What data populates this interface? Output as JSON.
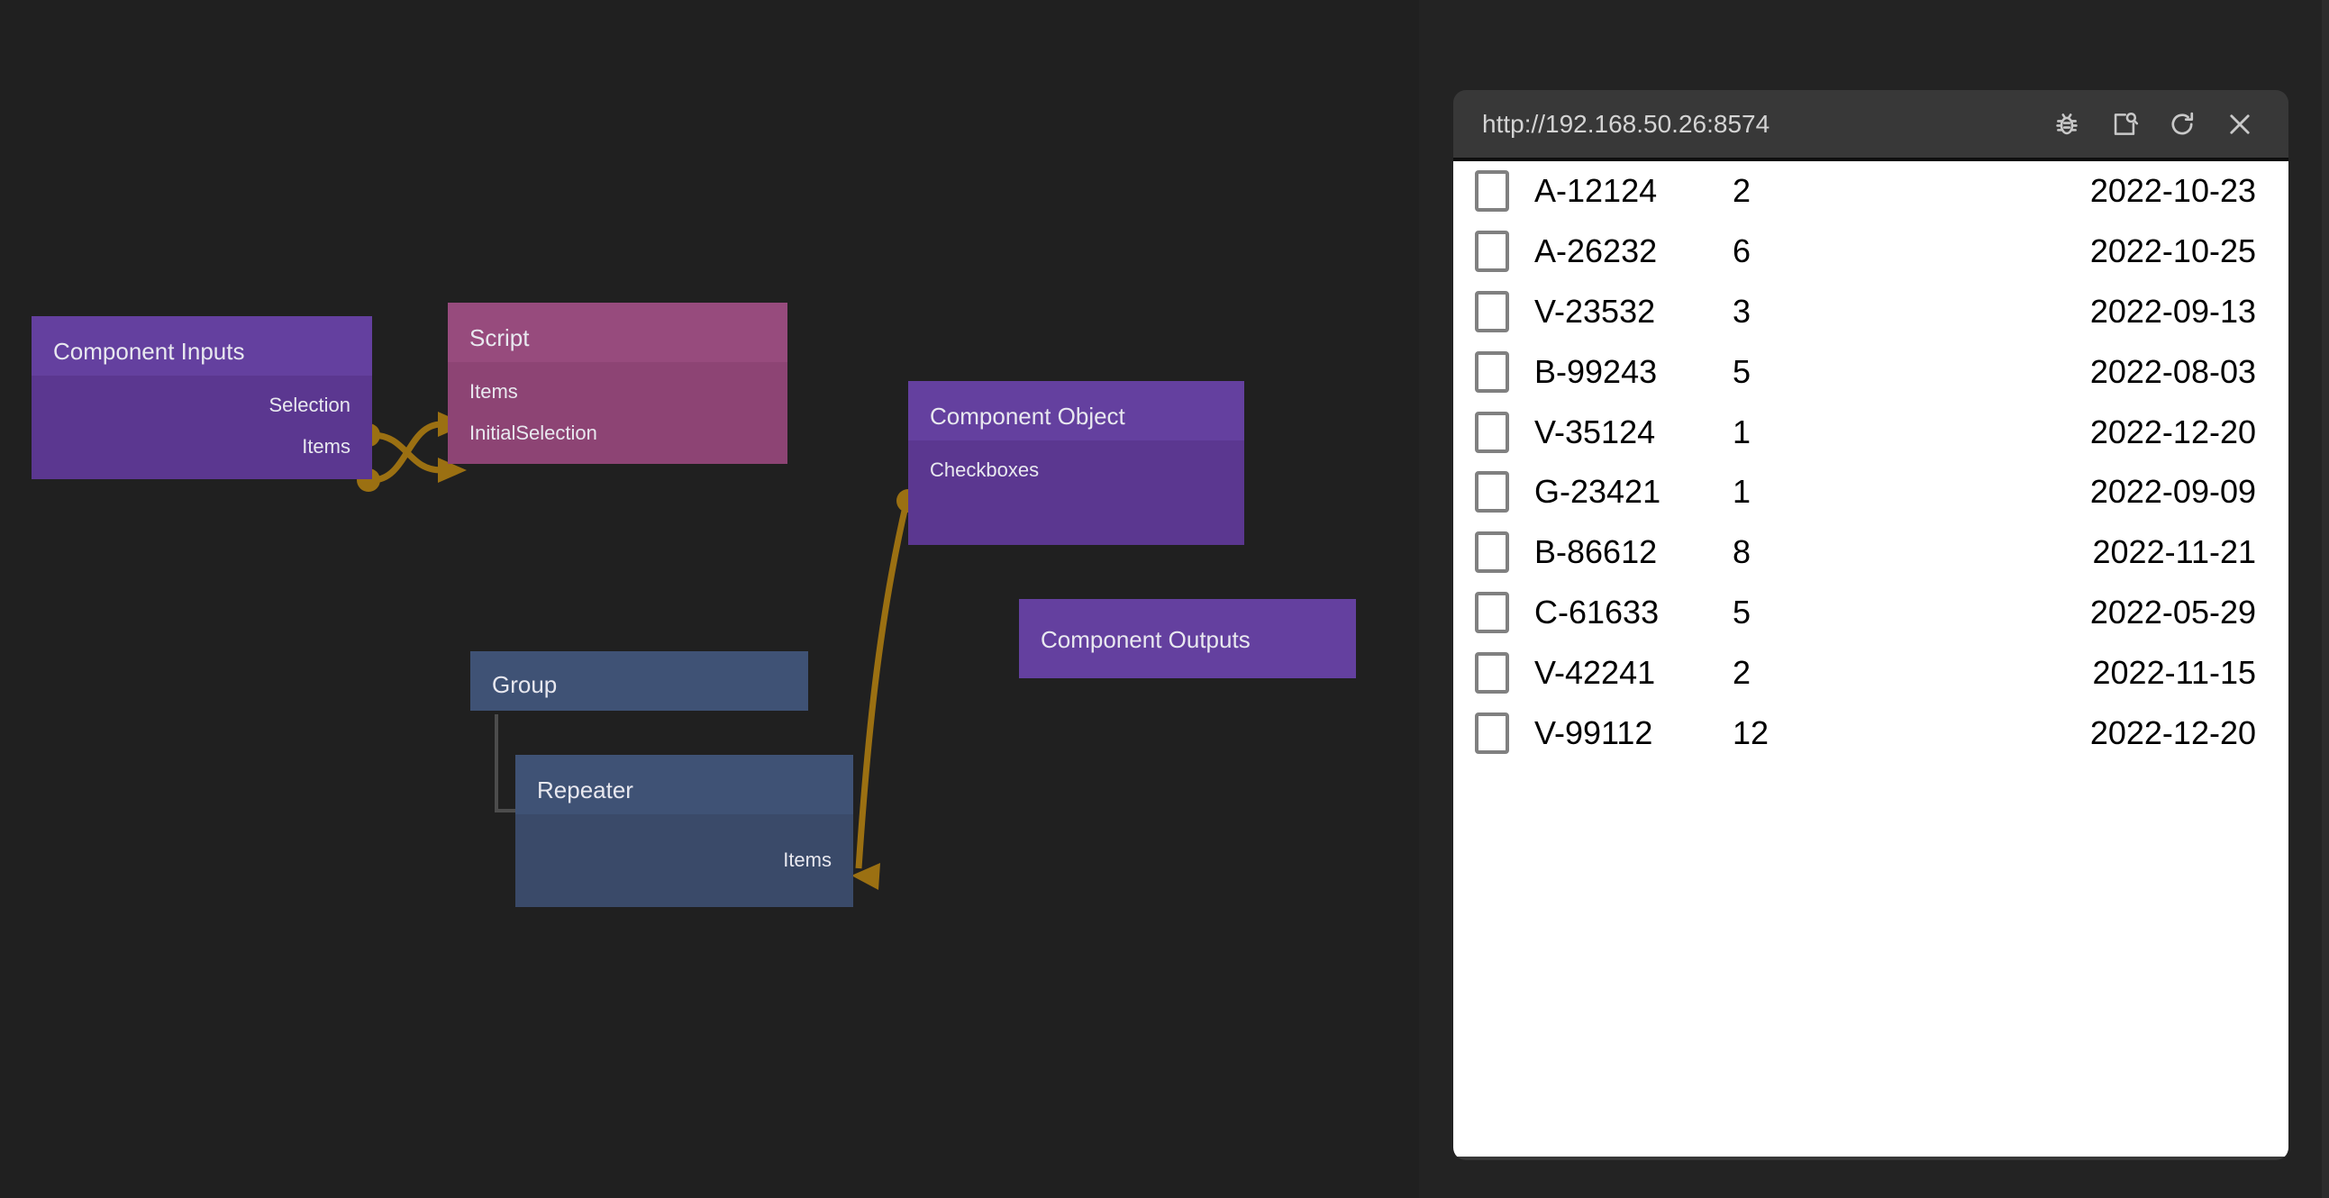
{
  "canvas": {
    "nodes": [
      {
        "id": "component-inputs",
        "title": "Component Inputs",
        "ports": [
          "Selection",
          "Items"
        ]
      },
      {
        "id": "script",
        "title": "Script",
        "ports": [
          "Items",
          "InitialSelection"
        ]
      },
      {
        "id": "component-object",
        "title": "Component Object",
        "ports": [
          "Checkboxes"
        ]
      },
      {
        "id": "component-outputs",
        "title": "Component Outputs",
        "ports": []
      },
      {
        "id": "group",
        "title": "Group",
        "ports": []
      },
      {
        "id": "repeater",
        "title": "Repeater",
        "ports": [
          "Items"
        ]
      }
    ],
    "colors": {
      "background": "#202020",
      "purple_header": "#64409f",
      "purple_body": "#5b3790",
      "magenta_header": "#974b7d",
      "magenta_body": "#8d4474",
      "blue_header": "#3f5275",
      "blue_body": "#3a4a69",
      "connector": "#9b7012"
    }
  },
  "browser": {
    "url": "http://192.168.50.26:8574",
    "icons": {
      "debug": "bug-icon",
      "inspect": "page-inspect-icon",
      "reload": "reload-icon",
      "close": "close-icon"
    },
    "table": {
      "rows": [
        {
          "checked": false,
          "code": "A-12124",
          "qty": "2",
          "date": "2022-10-23"
        },
        {
          "checked": false,
          "code": "A-26232",
          "qty": "6",
          "date": "2022-10-25"
        },
        {
          "checked": false,
          "code": "V-23532",
          "qty": "3",
          "date": "2022-09-13"
        },
        {
          "checked": false,
          "code": "B-99243",
          "qty": "5",
          "date": "2022-08-03"
        },
        {
          "checked": false,
          "code": "V-35124",
          "qty": "1",
          "date": "2022-12-20"
        },
        {
          "checked": false,
          "code": "G-23421",
          "qty": "1",
          "date": "2022-09-09"
        },
        {
          "checked": false,
          "code": "B-86612",
          "qty": "8",
          "date": "2022-11-21"
        },
        {
          "checked": false,
          "code": "C-61633",
          "qty": "5",
          "date": "2022-05-29"
        },
        {
          "checked": false,
          "code": "V-42241",
          "qty": "2",
          "date": "2022-11-15"
        },
        {
          "checked": false,
          "code": "V-99112",
          "qty": "12",
          "date": "2022-12-20"
        }
      ]
    }
  }
}
